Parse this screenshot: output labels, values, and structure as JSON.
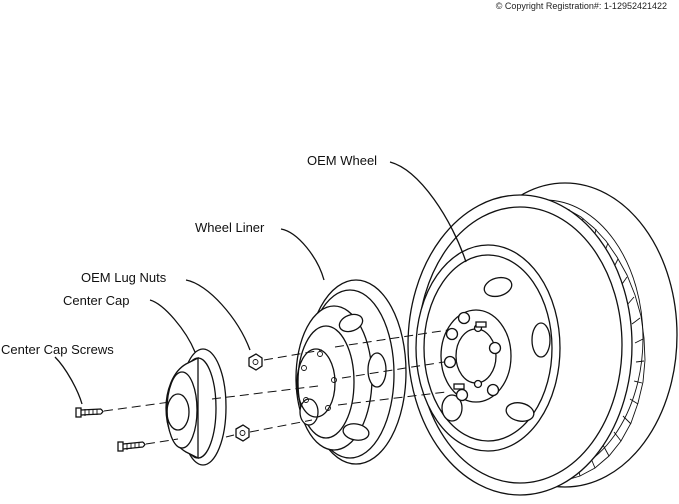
{
  "copyright": "© Copyright Registration#: 1-12952421422",
  "labels": {
    "oem_wheel": "OEM Wheel",
    "wheel_liner": "Wheel Liner",
    "oem_lug_nuts": "OEM Lug Nuts",
    "center_cap": "Center Cap",
    "center_cap_screws": "Center Cap Screws"
  },
  "icons": [
    "wheel-icon",
    "wheel-liner-icon",
    "lug-nut-icon",
    "center-cap-icon",
    "screw-icon"
  ]
}
